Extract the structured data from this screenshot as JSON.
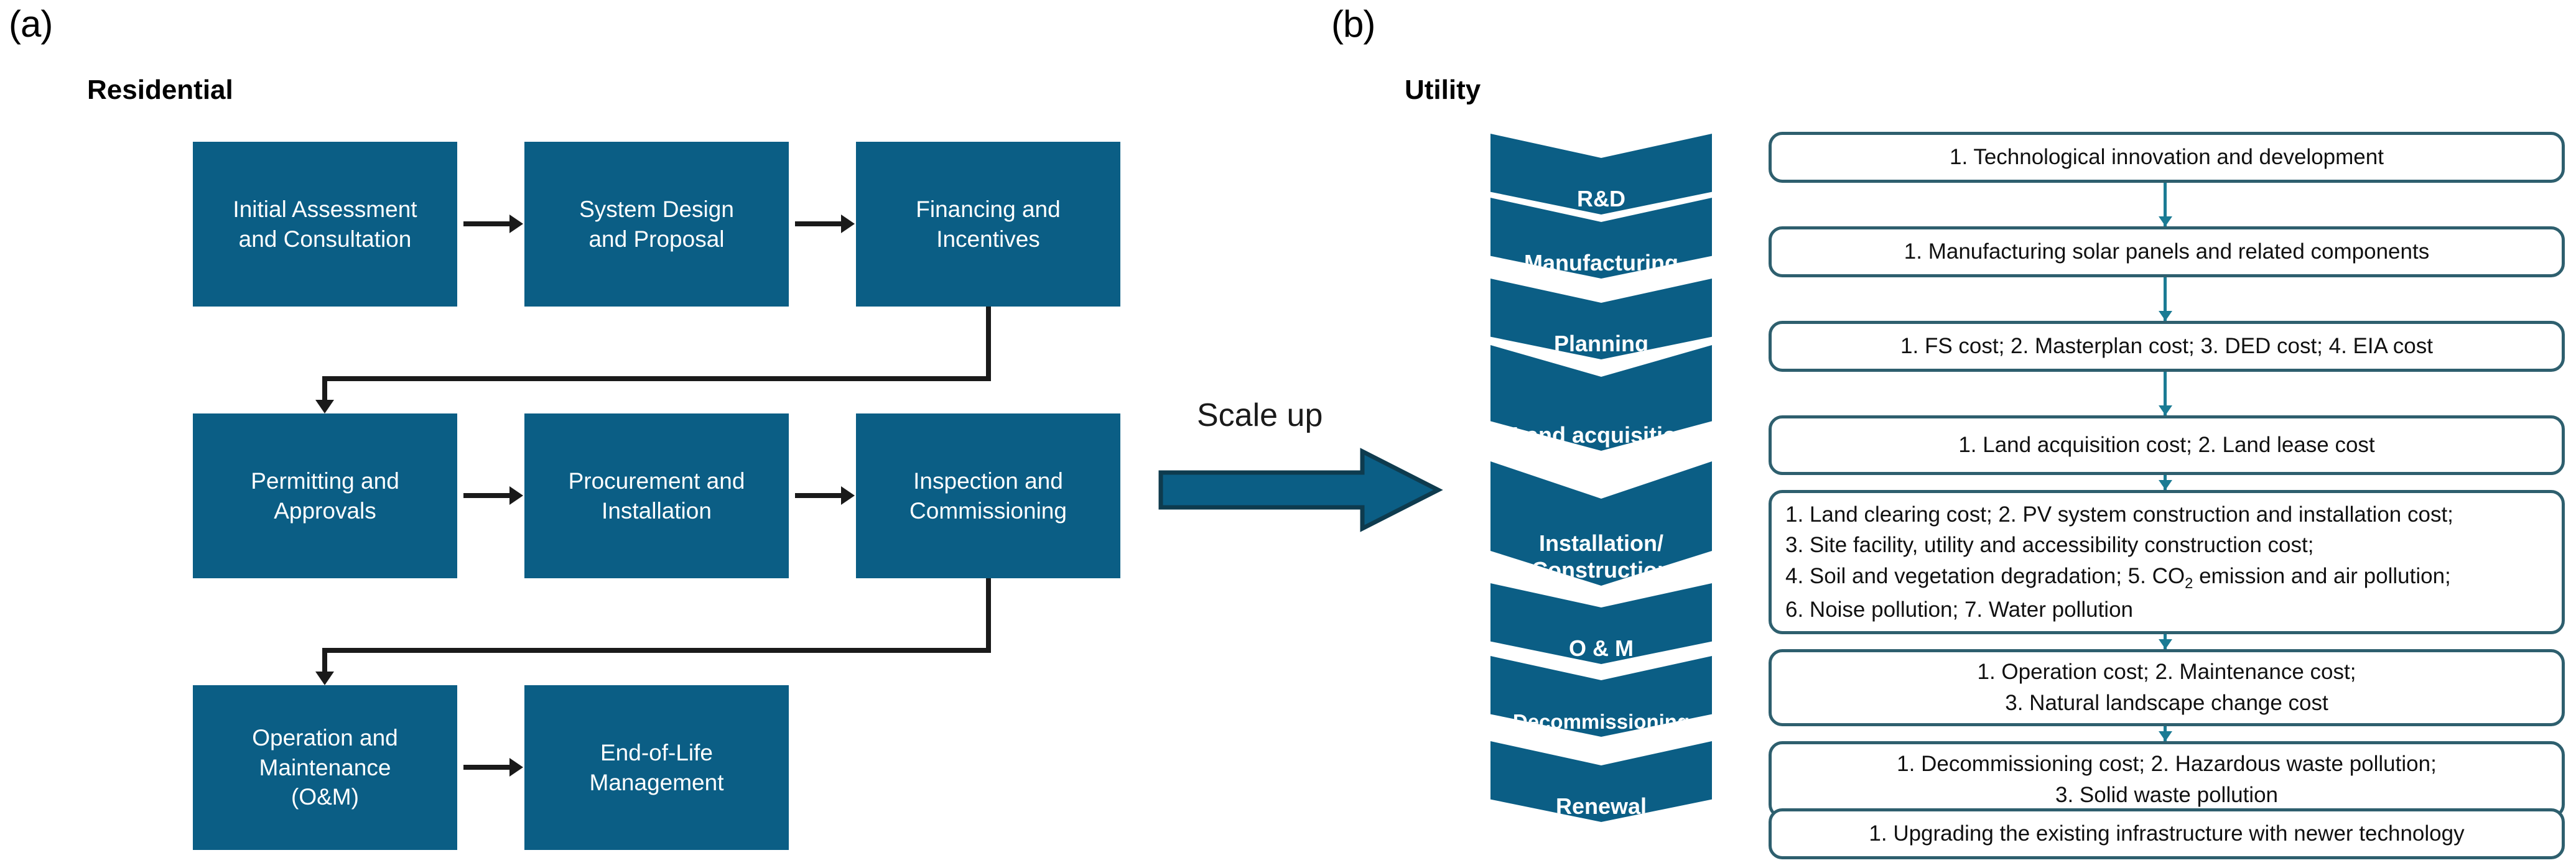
{
  "panels": {
    "a": {
      "letter": "(a)",
      "title": "Residential"
    },
    "b": {
      "letter": "(b)",
      "title": "Utility"
    }
  },
  "colors": {
    "box_fill": "#0B5E85",
    "box_text": "#FFFFFF",
    "detail_border": "#2E5F6E",
    "connector_black": "#1A1A1A",
    "connector_teal": "#1B7B94",
    "page_background": "#FFFFFF"
  },
  "residential_flow": {
    "rows": [
      {
        "boxes": [
          {
            "id": "initial-assessment",
            "lines": [
              "Initial Assessment",
              "and Consultation"
            ]
          },
          {
            "id": "system-design",
            "lines": [
              "System Design",
              "and Proposal"
            ]
          },
          {
            "id": "financing",
            "lines": [
              "Financing and",
              "Incentives"
            ]
          }
        ]
      },
      {
        "boxes": [
          {
            "id": "permitting",
            "lines": [
              "Permitting and",
              "Approvals"
            ]
          },
          {
            "id": "procurement",
            "lines": [
              "Procurement and",
              "Installation"
            ]
          },
          {
            "id": "inspection",
            "lines": [
              "Inspection and",
              "Commissioning"
            ]
          }
        ]
      },
      {
        "boxes": [
          {
            "id": "operation-maintenance",
            "lines": [
              "Operation and",
              "Maintenance",
              "(O&M)"
            ]
          },
          {
            "id": "end-of-life",
            "lines": [
              "End-of-Life",
              "Management"
            ]
          }
        ]
      }
    ]
  },
  "scale_up": {
    "label": "Scale up"
  },
  "utility_stages": [
    {
      "id": "rd",
      "lines": [
        "R&D"
      ]
    },
    {
      "id": "manufacturing",
      "lines": [
        "Manufacturing"
      ]
    },
    {
      "id": "planning",
      "lines": [
        "Planning"
      ]
    },
    {
      "id": "land-acq",
      "lines": [
        "Land",
        "acquisition"
      ]
    },
    {
      "id": "installation",
      "lines": [
        "Installation/",
        "Construction"
      ]
    },
    {
      "id": "om",
      "lines": [
        "O & M"
      ]
    },
    {
      "id": "decommission",
      "lines": [
        "Decommissioning"
      ]
    },
    {
      "id": "renewal",
      "lines": [
        "Renewal"
      ]
    }
  ],
  "utility_details": [
    {
      "id": "detail-rd",
      "align": "center",
      "lines": [
        "1. Technological innovation and development"
      ]
    },
    {
      "id": "detail-manufacturing",
      "align": "center",
      "lines": [
        "1. Manufacturing solar panels and related components"
      ]
    },
    {
      "id": "detail-planning",
      "align": "center",
      "lines": [
        "1. FS cost; 2. Masterplan cost; 3. DED cost; 4. EIA cost"
      ]
    },
    {
      "id": "detail-land-acq",
      "align": "center",
      "lines": [
        "1.   Land acquisition cost; 2. Land lease cost"
      ]
    },
    {
      "id": "detail-installation",
      "align": "left",
      "lines": [
        "1. Land clearing cost; 2. PV system construction and installation cost;",
        "3. Site facility, utility and accessibility construction cost;",
        "4. Soil and vegetation degradation; 5. CO₂ emission and air pollution;",
        "6. Noise pollution; 7. Water pollution"
      ]
    },
    {
      "id": "detail-om",
      "align": "center",
      "lines": [
        "1. Operation cost; 2. Maintenance cost;",
        "3. Natural landscape change cost"
      ]
    },
    {
      "id": "detail-decommission",
      "align": "center",
      "lines": [
        "1. Decommissioning cost; 2. Hazardous waste pollution;",
        "3. Solid waste pollution"
      ]
    },
    {
      "id": "detail-renewal",
      "align": "center",
      "lines": [
        "1. Upgrading the existing infrastructure with newer technology"
      ]
    }
  ]
}
